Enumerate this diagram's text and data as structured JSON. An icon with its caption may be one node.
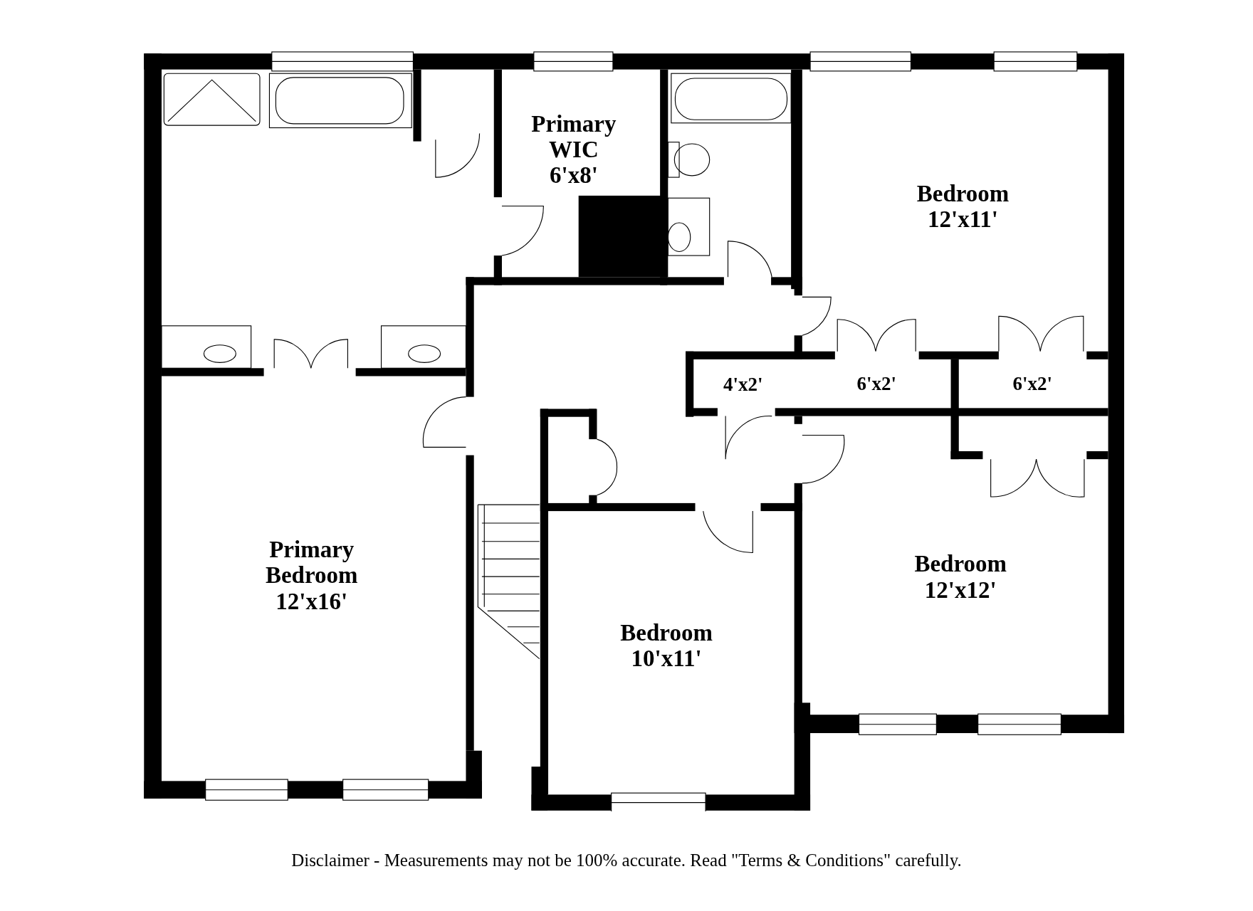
{
  "diagram": {
    "nodes": [
      {
        "text": [
          "Primary WIC",
          "6'x8'"
        ]
      },
      {
        "text": [
          "Bedroom",
          "12'x11'"
        ]
      },
      {
        "text": [
          "4'x2'"
        ]
      },
      {
        "text": [
          "6'x2'"
        ]
      },
      {
        "text": [
          "6'x2'"
        ]
      },
      {
        "text": [
          "Primary Bedroom",
          "12'x16'"
        ]
      },
      {
        "text": [
          "Bedroom",
          "10'x11'"
        ]
      },
      {
        "text": [
          "Bedroom",
          "12'x12'"
        ]
      }
    ],
    "caption": "Disclaimer - Measurements may not be 100% accurate. Read \"Terms & Conditions\" carefully."
  }
}
